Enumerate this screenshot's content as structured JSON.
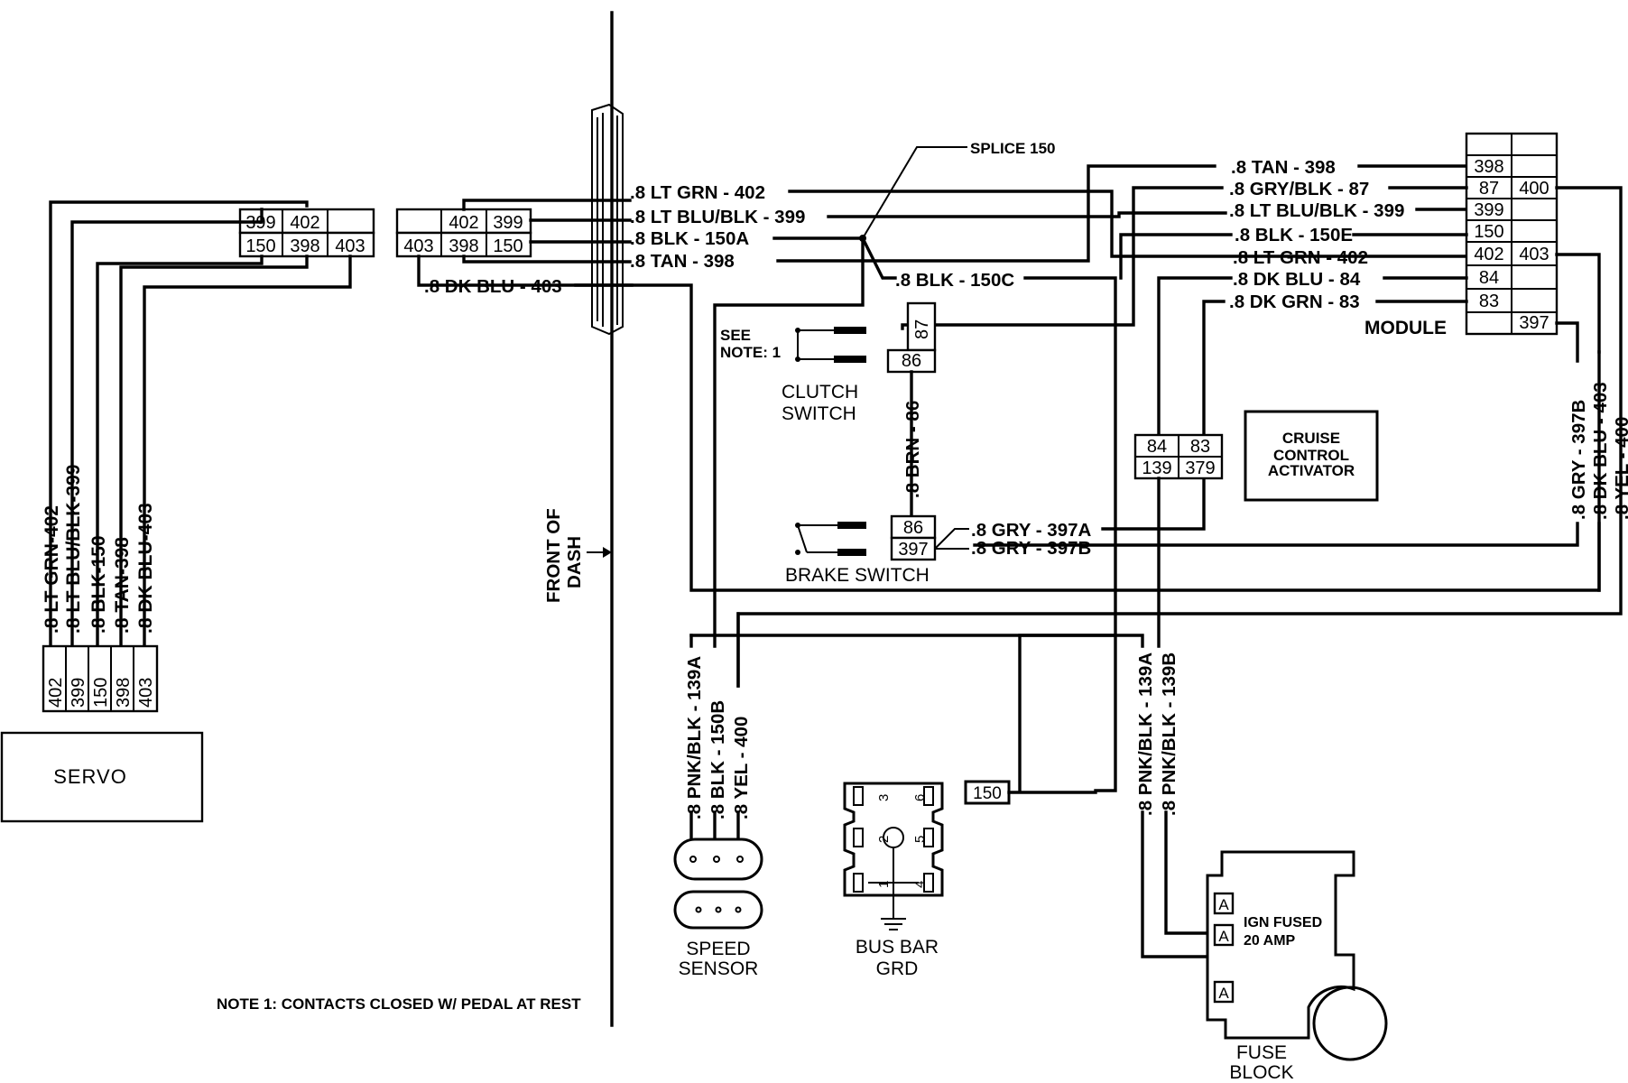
{
  "wires": {
    "lt_grn_402": ".8 LT GRN - 402",
    "lt_blu_blk_399": ".8 LT BLU/BLK - 399",
    "blk_150a": ".8 BLK - 150A",
    "tan_398": ".8 TAN - 398",
    "dk_blu_403": ".8 DK BLU - 403",
    "blk_150c": ".8 BLK - 150C",
    "tan_398_m": ".8 TAN - 398",
    "gry_blk_87": ".8 GRY/BLK - 87",
    "lt_blu_blk_399_m": ".8 LT BLU/BLK - 399",
    "blk_150e": ".8 BLK - 150E",
    "lt_grn_402_m": ".8 LT GRN - 402",
    "dk_blu_84": ".8 DK BLU - 84",
    "dk_grn_83": ".8 DK GRN - 83",
    "gry_397a": ".8 GRY - 397A",
    "gry_397b": ".8 GRY - 397B",
    "brn_86": ".8 BRN - 86",
    "pnk_blk_139a": ".8 PNK/BLK - 139A",
    "blk_150b": ".8 BLK - 150B",
    "yel_400": ".8 YEL - 400",
    "pnk_blk_139a_f": ".8 PNK/BLK - 139A",
    "pnk_blk_139b_f": ".8 PNK/BLK - 139B",
    "gry_397b_r": ".8 GRY - 397B",
    "dk_blu_403_r": ".8 DK BLU - 403",
    "yel_400_r": ".8 YEL - 400",
    "servo_lt_grn": ".8 LT GRN-402",
    "servo_lt_blu": ".8 LT BLU/BLK-399",
    "servo_blk": ".8 BLK-150",
    "servo_tan": ".8 TAN-398",
    "servo_dk_blu": ".8 DK BLU-403"
  },
  "labels": {
    "splice": "SPLICE 150",
    "module": "MODULE",
    "see_note": "SEE",
    "see_note2": "NOTE: 1",
    "clutch1": "CLUTCH",
    "clutch2": "SWITCH",
    "brake": "BRAKE SWITCH",
    "cruise1": "CRUISE",
    "cruise2": "CONTROL",
    "cruise3": "ACTIVATOR",
    "front1": "FRONT OF",
    "front2": "DASH",
    "servo": "SERVO",
    "speed1": "SPEED",
    "speed2": "SENSOR",
    "bus1": "BUS BAR",
    "bus2": "GRD",
    "fuse1": "FUSE",
    "fuse2": "BLOCK",
    "ign1": "IGN FUSED",
    "ign2": "20 AMP",
    "note": "NOTE 1:  CONTACTS CLOSED W/ PEDAL AT REST"
  },
  "connectors": {
    "servo_conn_top": [
      "399",
      "402",
      ""
    ],
    "servo_conn_bot": [
      "150",
      "398",
      "403"
    ],
    "dash_conn_top": [
      "",
      "402",
      "399"
    ],
    "dash_conn_bot": [
      "403",
      "398",
      "150"
    ],
    "module_left": [
      "",
      "398",
      "87",
      "399",
      "150",
      "402",
      "84",
      "83",
      ""
    ],
    "module_right": [
      "",
      "",
      "400",
      "",
      "",
      "403",
      "",
      "",
      "397"
    ],
    "clutch_pins": [
      "87",
      "86"
    ],
    "brake_pins": [
      "86",
      "397"
    ],
    "activator_top": [
      "84",
      "83"
    ],
    "activator_bot": [
      "139",
      "379"
    ],
    "servo_pins": [
      "402",
      "399",
      "150",
      "398",
      "403"
    ],
    "bus_pins": [
      "3",
      "6",
      "2",
      "5",
      "1",
      "4"
    ],
    "splice_150": "150",
    "fuse_slots": [
      "A",
      "A",
      "A"
    ]
  }
}
